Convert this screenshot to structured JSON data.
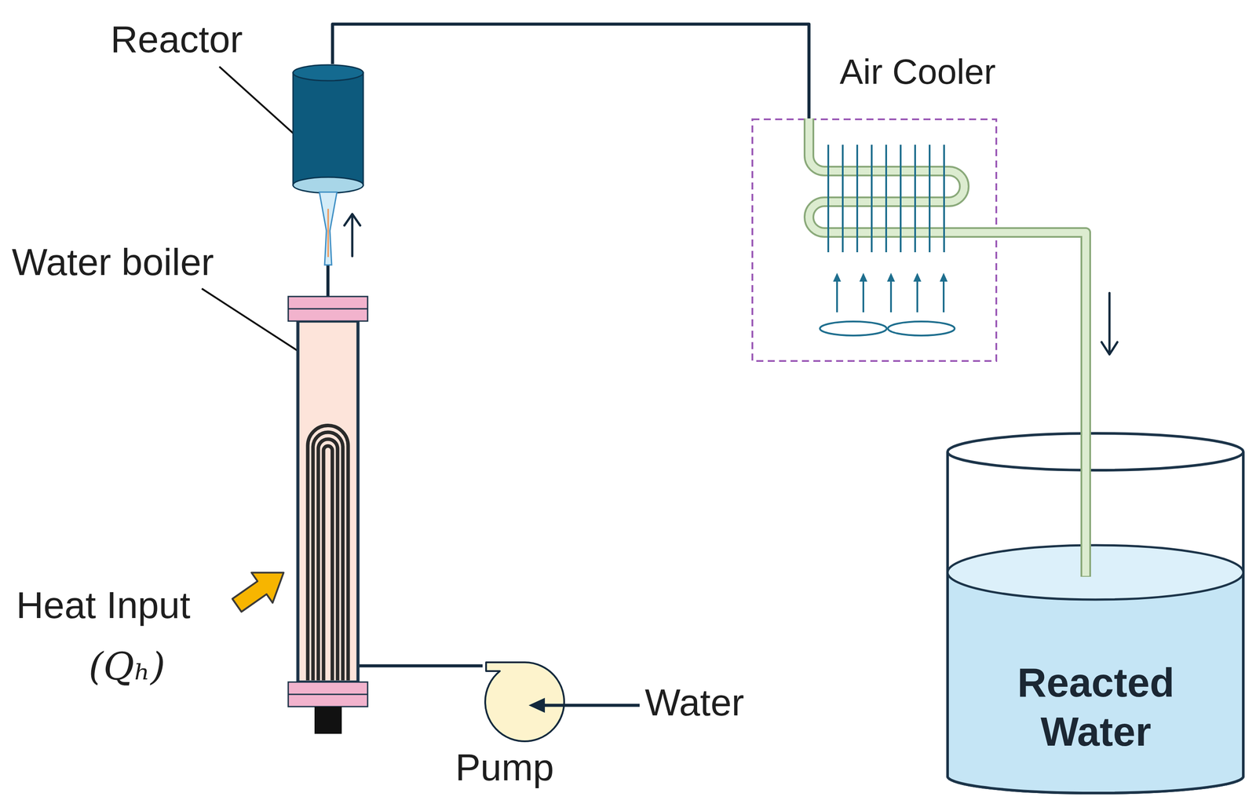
{
  "diagram": {
    "nodes": [
      {
        "text": [
          "Reactor"
        ]
      },
      {
        "text": [
          "Air Cooler"
        ]
      },
      {
        "text": [
          "Water boiler"
        ]
      },
      {
        "text": [
          "Reacted Water"
        ]
      },
      {
        "text": [
          "Pump"
        ]
      }
    ],
    "edges": [
      {
        "from": 4,
        "to": 2,
        "arrow": "none"
      },
      {
        "from": 2,
        "to": 0,
        "arrow": "none"
      },
      {
        "from": 0,
        "to": 1,
        "arrow": "none"
      },
      {
        "from": 1,
        "to": 3,
        "arrow": "none"
      }
    ],
    "labels": [
      "Heat Input",
      "(Qₕ)",
      "Water"
    ]
  }
}
